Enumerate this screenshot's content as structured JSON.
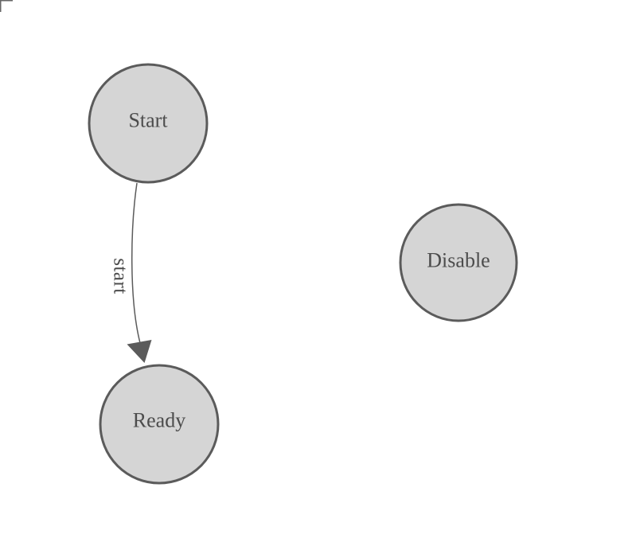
{
  "diagram": {
    "nodes": [
      {
        "id": "start",
        "label": "Start"
      },
      {
        "id": "ready",
        "label": "Ready"
      },
      {
        "id": "disable",
        "label": "Disable"
      }
    ],
    "edges": [
      {
        "from": "start",
        "to": "ready",
        "label": "start"
      }
    ]
  },
  "colors": {
    "background": "#ffffff",
    "node_fill": "#d5d5d5",
    "node_stroke": "#5b5b5b",
    "node_text": "#4c4c4c",
    "edge": "#5b5b5b",
    "edge_label_text": "#4c4c4c",
    "origin_marker": "#666666"
  }
}
